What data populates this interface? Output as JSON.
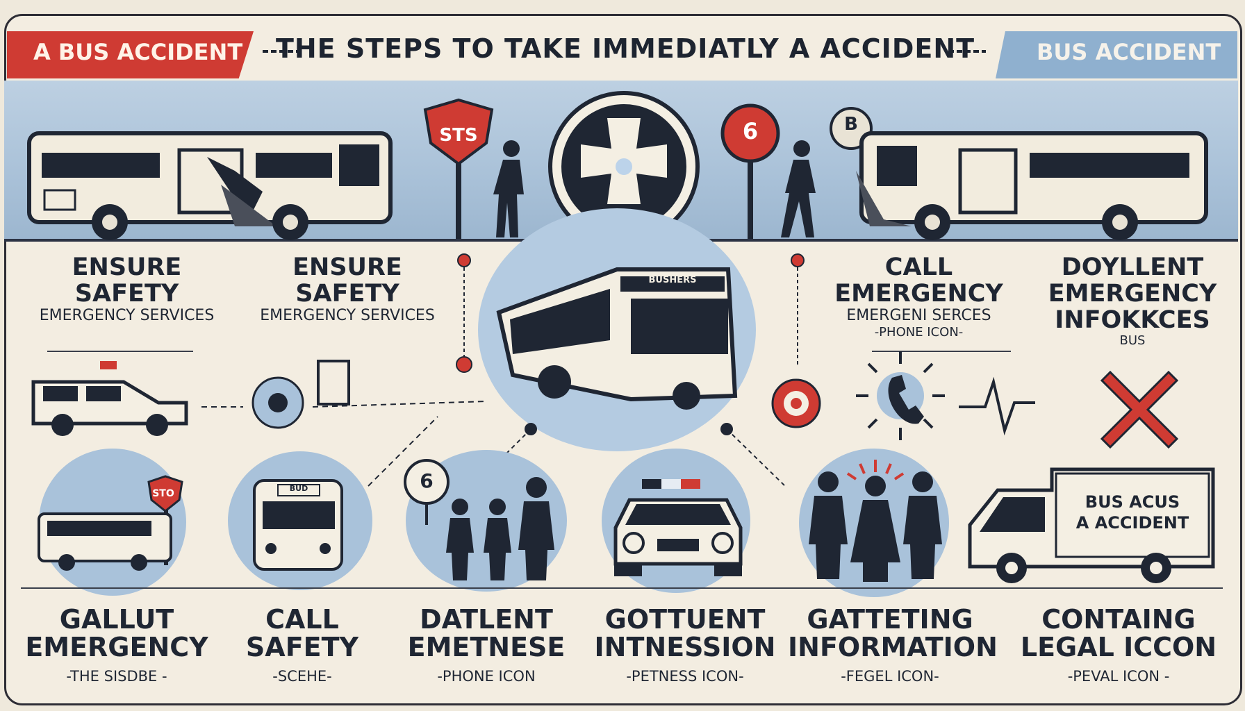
{
  "header": {
    "left_badge": "A BUS ACCIDENT",
    "title": "THE STEPS TO TAKE IMMEDIATLY A ACCIDENT",
    "right_badge": "BUS ACCIDENT"
  },
  "scene": {
    "stop_sign_label": "STS",
    "sign_number": "6",
    "badge_letter": "B",
    "bus_marquee": "BUSHERS"
  },
  "middle_steps": [
    {
      "title_line1": "ENSURE",
      "title_line2": "SAFETY",
      "subtitle": "EMERGENCY SERVICES"
    },
    {
      "title_line1": "ENSURE",
      "title_line2": "SAFETY",
      "subtitle": "EMERGENCY SERVICES"
    },
    {
      "title_line1": "CALL",
      "title_line2": "EMERGENCY",
      "subtitle": "EMERGENI SERCES",
      "note": "-PHONE ICON-"
    },
    {
      "title_line1": "DOYLLENT",
      "title_line2": "EMERGENCY",
      "title_line3": "INFOKKCES",
      "note": "BUS"
    }
  ],
  "bottom_steps": [
    {
      "line1": "GALLUT",
      "line2": "EMERGENCY",
      "caption": "-THE SISDBE -"
    },
    {
      "line1": "CALL",
      "line2": "SAFETY",
      "caption": "-SCEHE-"
    },
    {
      "line1": "DATLENT",
      "line2": "EMETNESE",
      "caption": "-PHONE ICON"
    },
    {
      "line1": "GOTTUENT",
      "line2": "INTNESSION",
      "caption": "-PETNESS ICON-"
    },
    {
      "line1": "GATTETING",
      "line2": "INFORMATION",
      "caption": "-FEGEL ICON-"
    },
    {
      "line1": "CONTAING",
      "line2": "LEGAL ICCON",
      "caption": "-PEVAL ICON -"
    }
  ],
  "icons": {
    "stop_small_label": "STO",
    "bus_sign": "BUD",
    "number_six": "6",
    "van_text_line1": "BUS ACUS",
    "van_text_line2": "A ACCIDENT"
  },
  "colors": {
    "red": "#cf3b33",
    "blue": "#a9c2da",
    "navy": "#1f2633",
    "cream": "#f3ede1"
  }
}
